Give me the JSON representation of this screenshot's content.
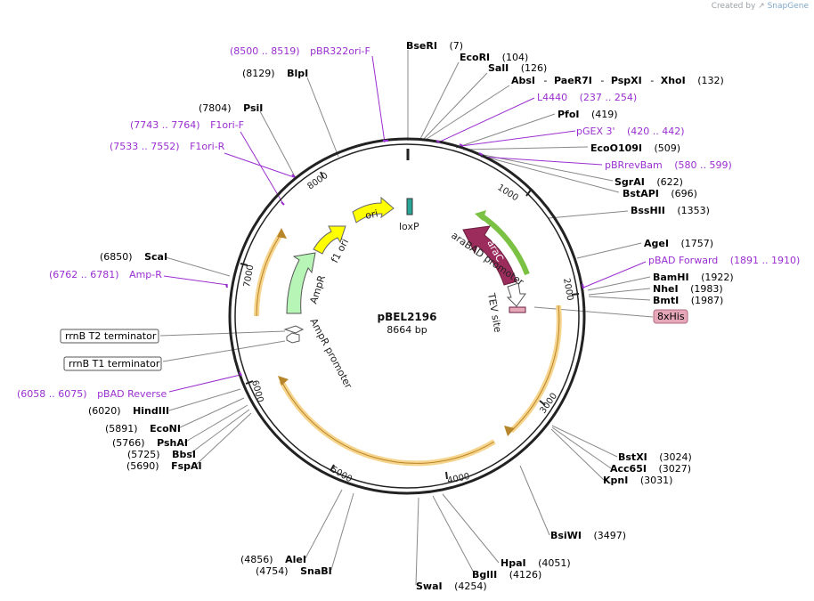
{
  "credit": {
    "prefix": "Created by",
    "brand": "SnapGene"
  },
  "plasmid": {
    "name": "pBEL2196",
    "size_label": "8664 bp",
    "length": 8664
  },
  "tick_labels": [
    "1000",
    "2000",
    "3000",
    "4000",
    "5000",
    "6000",
    "7000",
    "8000"
  ],
  "colors": {
    "enzyme": "#000000",
    "primer": "#9a2fd0",
    "orange": "#f0b94a",
    "green": "#7bc143",
    "yellow": "#ffff00",
    "light_green": "#b6f5b6",
    "arac": "#9c2c5c",
    "his_tag": "#e6a8b8"
  },
  "enzymes": [
    {
      "name": "BseRI",
      "pos": "(7)"
    },
    {
      "name": "EcoRI",
      "pos": "(104)"
    },
    {
      "name": "SalI",
      "pos": "(126)"
    },
    {
      "name": "AbsI",
      "pos": "(132)",
      "group": [
        "AbsI",
        "PaeR7I",
        "PspXI",
        "XhoI"
      ]
    },
    {
      "name": "PfoI",
      "pos": "(419)"
    },
    {
      "name": "EcoO109I",
      "pos": "(509)"
    },
    {
      "name": "SgrAI",
      "pos": "(622)"
    },
    {
      "name": "BstAPI",
      "pos": "(696)"
    },
    {
      "name": "BssHII",
      "pos": "(1353)"
    },
    {
      "name": "AgeI",
      "pos": "(1757)"
    },
    {
      "name": "BamHI",
      "pos": "(1922)"
    },
    {
      "name": "NheI",
      "pos": "(1983)"
    },
    {
      "name": "BmtI",
      "pos": "(1987)"
    },
    {
      "name": "BstXI",
      "pos": "(3024)"
    },
    {
      "name": "Acc65I",
      "pos": "(3027)"
    },
    {
      "name": "KpnI",
      "pos": "(3031)"
    },
    {
      "name": "BsiWI",
      "pos": "(3497)"
    },
    {
      "name": "HpaI",
      "pos": "(4051)"
    },
    {
      "name": "BglII",
      "pos": "(4126)"
    },
    {
      "name": "SwaI",
      "pos": "(4254)"
    },
    {
      "name": "AleI",
      "pos": "(4856)"
    },
    {
      "name": "SnaBI",
      "pos": "(4754)"
    },
    {
      "name": "FspAI",
      "pos": "(5690)"
    },
    {
      "name": "BbsI",
      "pos": "(5725)"
    },
    {
      "name": "PshAI",
      "pos": "(5766)"
    },
    {
      "name": "EcoNI",
      "pos": "(5891)"
    },
    {
      "name": "HindIII",
      "pos": "(6020)"
    },
    {
      "name": "ScaI",
      "pos": "(6850)"
    },
    {
      "name": "PsiI",
      "pos": "(7804)"
    },
    {
      "name": "BlpI",
      "pos": "(8129)"
    }
  ],
  "primers": [
    {
      "name": "pBR322ori-F",
      "range": "(8500 .. 8519)"
    },
    {
      "name": "L4440",
      "range": "(237 .. 254)"
    },
    {
      "name": "pGEX 3'",
      "range": "(420 .. 442)"
    },
    {
      "name": "pBRrevBam",
      "range": "(580 .. 599)"
    },
    {
      "name": "pBAD Forward",
      "range": "(1891 .. 1910)"
    },
    {
      "name": "F1ori-F",
      "range": "(7743 .. 7764)"
    },
    {
      "name": "F1ori-R",
      "range": "(7533 .. 7552)"
    },
    {
      "name": "Amp-R",
      "range": "(6762 .. 6781)"
    },
    {
      "name": "pBAD Reverse",
      "range": "(6058 .. 6075)"
    }
  ],
  "boxed_labels": [
    {
      "name": "rrnB T2 terminator"
    },
    {
      "name": "rrnB T1 terminator"
    },
    {
      "name": "8xHis"
    }
  ],
  "features": [
    {
      "name": "ori"
    },
    {
      "name": "f1 ori"
    },
    {
      "name": "loxP"
    },
    {
      "name": "AmpR"
    },
    {
      "name": "AmpR promoter"
    },
    {
      "name": "araC"
    },
    {
      "name": "araBAD promoter"
    },
    {
      "name": "TEV site"
    }
  ]
}
